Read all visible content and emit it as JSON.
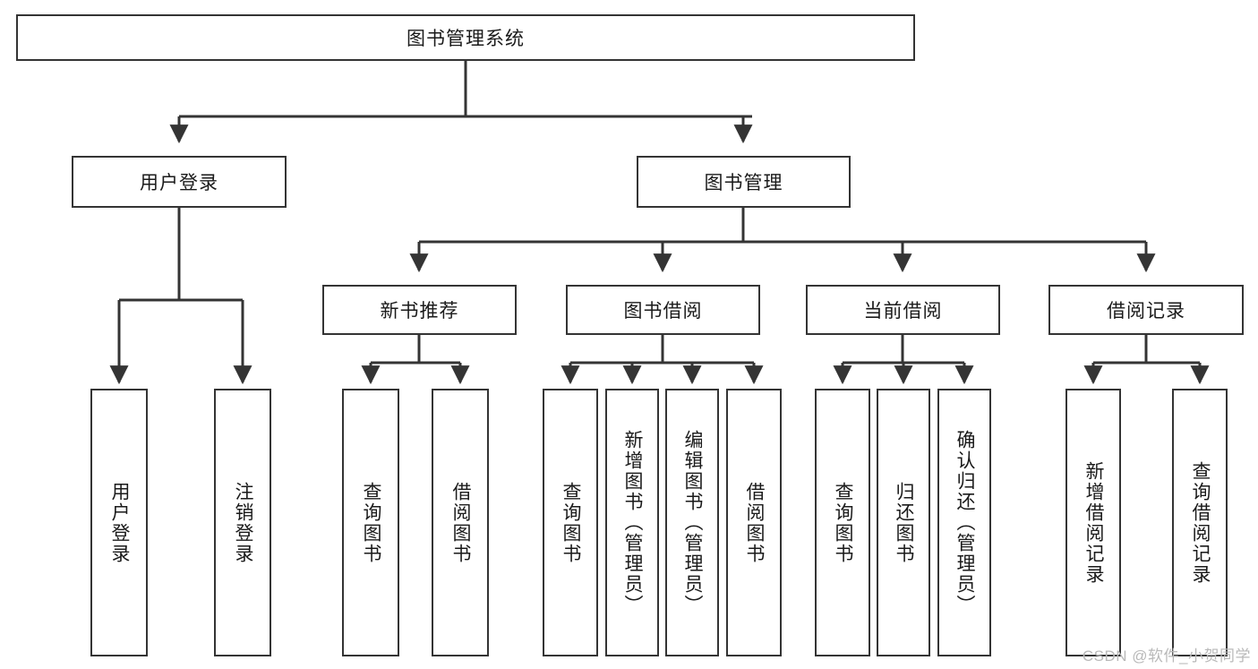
{
  "diagram": {
    "title": "图书管理系统",
    "type": "tree-hierarchy",
    "root": {
      "label": "图书管理系统"
    },
    "level2": [
      {
        "label": "用户登录"
      },
      {
        "label": "图书管理"
      }
    ],
    "level3": [
      {
        "label": "新书推荐"
      },
      {
        "label": "图书借阅"
      },
      {
        "label": "当前借阅"
      },
      {
        "label": "借阅记录"
      }
    ],
    "leaves": {
      "user_login": [
        {
          "label": "用户登录"
        },
        {
          "label": "注销登录"
        }
      ],
      "new_book_recommend": [
        {
          "label": "查询图书"
        },
        {
          "label": "借阅图书"
        }
      ],
      "book_borrow": [
        {
          "label": "查询图书"
        },
        {
          "label": "新增图书（管理员）"
        },
        {
          "label": "编辑图书（管理员）"
        },
        {
          "label": "借阅图书"
        }
      ],
      "current_borrow": [
        {
          "label": "查询图书"
        },
        {
          "label": "归还图书"
        },
        {
          "label": "确认归还（管理员）"
        }
      ],
      "borrow_record": [
        {
          "label": "新增借阅记录"
        },
        {
          "label": "查询借阅记录"
        }
      ]
    }
  },
  "watermark": {
    "text": "CSDN @软件_小贺同学"
  },
  "colors": {
    "stroke": "#343434",
    "box_fill": "#ffffff",
    "text": "#1a1a1a",
    "watermark": "#b9b9b9"
  }
}
